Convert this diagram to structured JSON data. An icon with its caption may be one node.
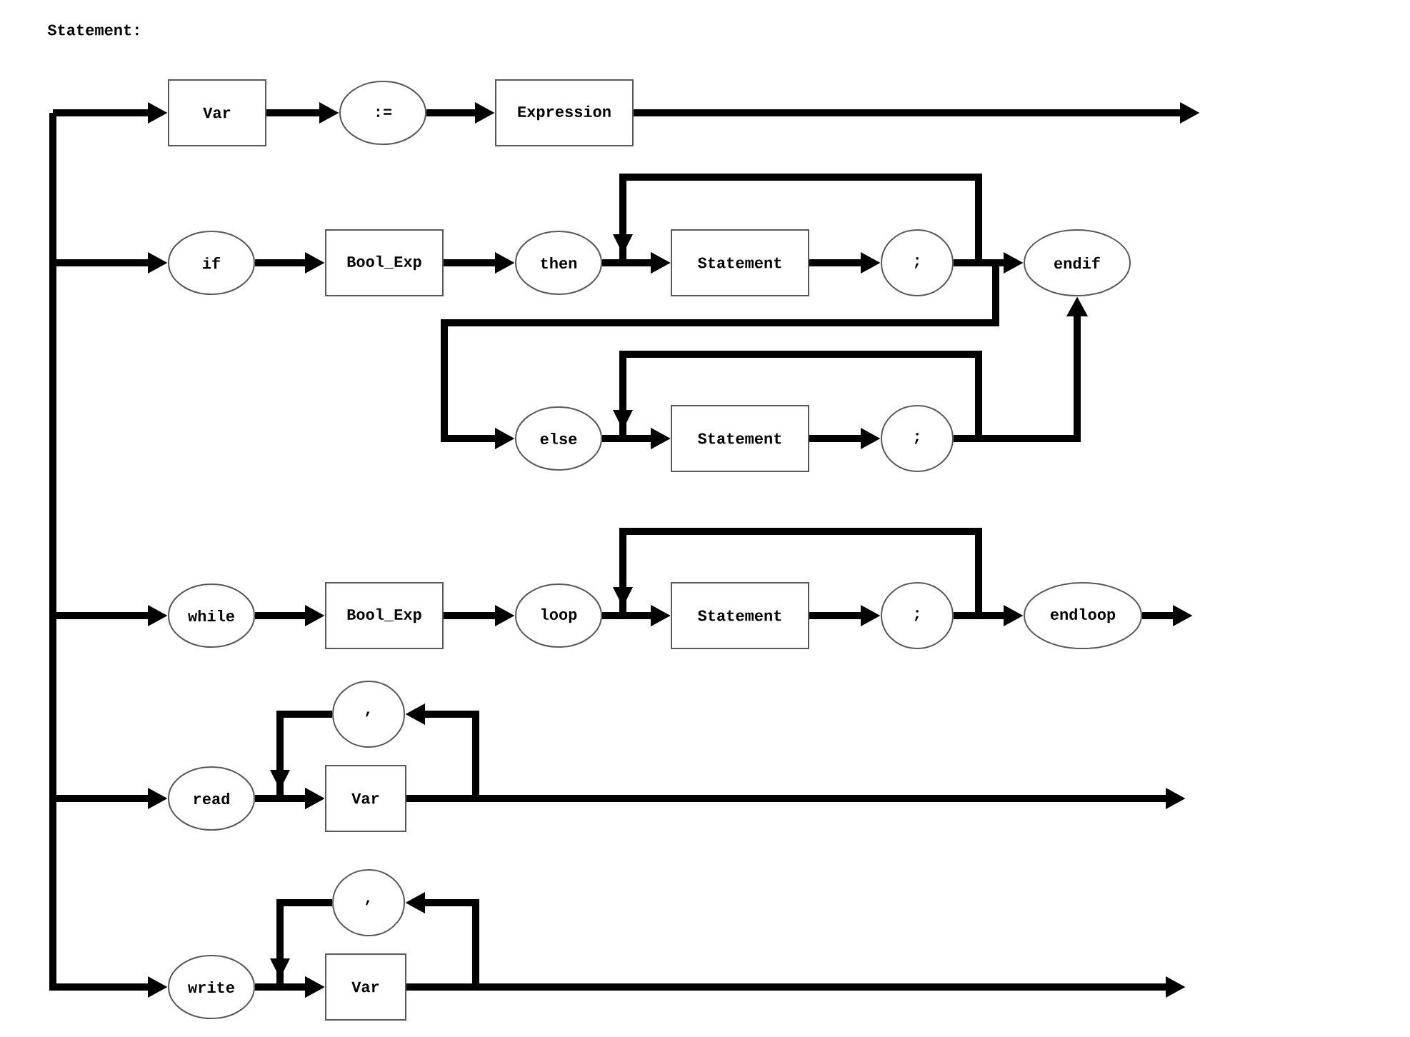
{
  "diagram": {
    "title": "Statement:",
    "nodes": [
      {
        "text": [
          "Var"
        ]
      },
      {
        "text": [
          ":="
        ]
      },
      {
        "text": [
          "Expression"
        ]
      },
      {
        "text": [
          "if"
        ]
      },
      {
        "text": [
          "Bool_Exp"
        ]
      },
      {
        "text": [
          "then"
        ]
      },
      {
        "text": [
          "Statement"
        ]
      },
      {
        "text": [
          ";"
        ]
      },
      {
        "text": [
          "endif"
        ]
      },
      {
        "text": [
          "else"
        ]
      },
      {
        "text": [
          "Statement"
        ]
      },
      {
        "text": [
          ";"
        ]
      },
      {
        "text": [
          "while"
        ]
      },
      {
        "text": [
          "Bool_Exp"
        ]
      },
      {
        "text": [
          "loop"
        ]
      },
      {
        "text": [
          "Statement"
        ]
      },
      {
        "text": [
          ";"
        ]
      },
      {
        "text": [
          "endloop"
        ]
      },
      {
        "text": [
          ","
        ]
      },
      {
        "text": [
          "read"
        ]
      },
      {
        "text": [
          "Var"
        ]
      },
      {
        "text": [
          ","
        ]
      },
      {
        "text": [
          "write"
        ]
      },
      {
        "text": [
          "Var"
        ]
      }
    ],
    "edges": [
      {
        "from": null,
        "to": 0,
        "arrow": "to"
      },
      {
        "from": 0,
        "to": 1,
        "arrow": "to"
      },
      {
        "from": 1,
        "to": 2,
        "arrow": "to"
      },
      {
        "from": 2,
        "to": null,
        "arrow": "to"
      },
      {
        "from": null,
        "to": 3,
        "arrow": "to"
      },
      {
        "from": 3,
        "to": 4,
        "arrow": "to"
      },
      {
        "from": 4,
        "to": 5,
        "arrow": "to"
      },
      {
        "from": 5,
        "to": 6,
        "arrow": "to"
      },
      {
        "from": 6,
        "to": 7,
        "arrow": "to"
      },
      {
        "from": 7,
        "to": 6,
        "arrow": "to"
      },
      {
        "from": 7,
        "to": 8,
        "arrow": "to"
      },
      {
        "from": 7,
        "to": 9,
        "arrow": "to"
      },
      {
        "from": 9,
        "to": 10,
        "arrow": "to"
      },
      {
        "from": 10,
        "to": 11,
        "arrow": "to"
      },
      {
        "from": 11,
        "to": 10,
        "arrow": "to"
      },
      {
        "from": 11,
        "to": 8,
        "arrow": "to"
      },
      {
        "from": null,
        "to": 12,
        "arrow": "to"
      },
      {
        "from": 12,
        "to": 13,
        "arrow": "to"
      },
      {
        "from": 13,
        "to": 14,
        "arrow": "to"
      },
      {
        "from": 14,
        "to": 15,
        "arrow": "to"
      },
      {
        "from": 15,
        "to": 16,
        "arrow": "to"
      },
      {
        "from": 16,
        "to": 15,
        "arrow": "to"
      },
      {
        "from": 16,
        "to": 17,
        "arrow": "to"
      },
      {
        "from": 17,
        "to": null,
        "arrow": "to"
      },
      {
        "from": null,
        "to": 19,
        "arrow": "to"
      },
      {
        "from": 19,
        "to": 20,
        "arrow": "to"
      },
      {
        "from": 20,
        "to": 18,
        "arrow": "to"
      },
      {
        "from": 18,
        "to": 20,
        "arrow": "to"
      },
      {
        "from": 20,
        "to": null,
        "arrow": "to"
      },
      {
        "from": null,
        "to": 22,
        "arrow": "to"
      },
      {
        "from": 22,
        "to": 23,
        "arrow": "to"
      },
      {
        "from": 23,
        "to": 21,
        "arrow": "to"
      },
      {
        "from": 21,
        "to": 23,
        "arrow": "to"
      },
      {
        "from": 23,
        "to": null,
        "arrow": "to"
      }
    ]
  }
}
